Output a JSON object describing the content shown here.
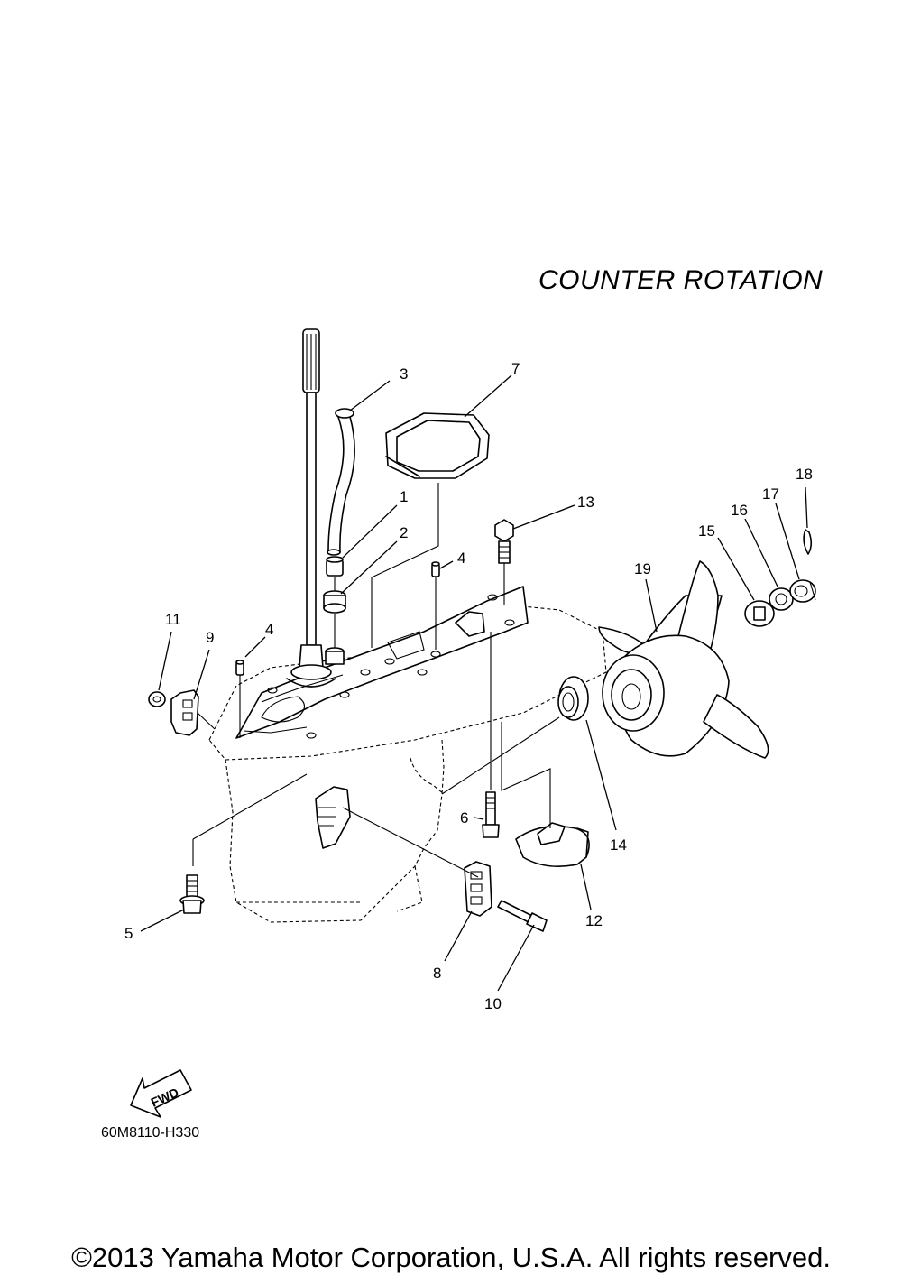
{
  "heading": "COUNTER  ROTATION",
  "drawing_code": "60M8110-H330",
  "fwd_label": "FWD",
  "copyright": "©2013 Yamaha Motor Corporation, U.S.A. All rights reserved.",
  "callouts": {
    "c1": "1",
    "c2": "2",
    "c3": "3",
    "c4a": "4",
    "c4b": "4",
    "c5": "5",
    "c6": "6",
    "c7": "7",
    "c8": "8",
    "c9": "9",
    "c10": "10",
    "c11": "11",
    "c12": "12",
    "c13": "13",
    "c14": "14",
    "c15": "15",
    "c16": "16",
    "c17": "17",
    "c18": "18",
    "c19": "19"
  }
}
